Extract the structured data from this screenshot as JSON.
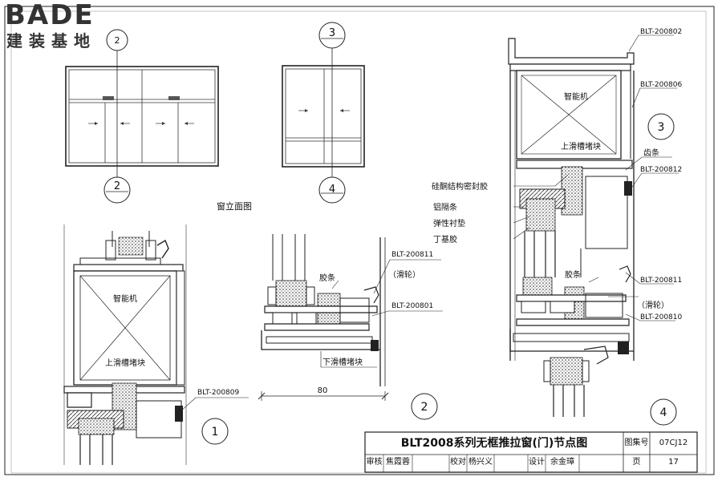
{
  "logo": {
    "mark": "BADE",
    "sub": "建装基地"
  },
  "caption_elevation": "窗立面图",
  "section_markers": {
    "top_3": "3",
    "bottom_2": "2",
    "bottom_4": "4",
    "view_1": "1",
    "view_2": "2",
    "view_3": "3",
    "view_4": "4"
  },
  "labels": {
    "v1_motor": "智能机",
    "v1_block": "上滑槽堵块",
    "v1_code": "BLT-200809",
    "v2_rubber": "胶条",
    "v2_code_811": "BLT-200811",
    "v2_wheel": "（滑轮）",
    "v2_code_801": "BLT-200801",
    "v2_block": "下滑槽堵块",
    "v2_dim": "80",
    "v3_code_802": "BLT-200802",
    "v3_code_806": "BLT-200806",
    "v3_motor": "智能机",
    "v3_block": "上滑槽堵块",
    "v3_strip": "齿条",
    "v3_code_812": "BLT-200812",
    "v3_sealant": "硅酮结构密封胶",
    "v3_spacer": "铝隔条",
    "v3_pad": "弹性衬垫",
    "v3_butyl": "丁基胶",
    "v4_rubber": "胶条",
    "v4_code_811": "BLT-200811",
    "v4_wheel": "（滑轮）",
    "v4_code_810": "BLT-200810"
  },
  "title_block": {
    "title": "BLT2008系列无框推拉窗(门)节点图",
    "atlas_label": "图集号",
    "atlas_no": "07CJ12",
    "review_label": "审核",
    "reviewer": "焦霞蓉",
    "check_label": "校对",
    "checker": "杨兴义",
    "design_label": "设计",
    "designer": "余金璋",
    "page_label": "页",
    "page_no": "17"
  }
}
